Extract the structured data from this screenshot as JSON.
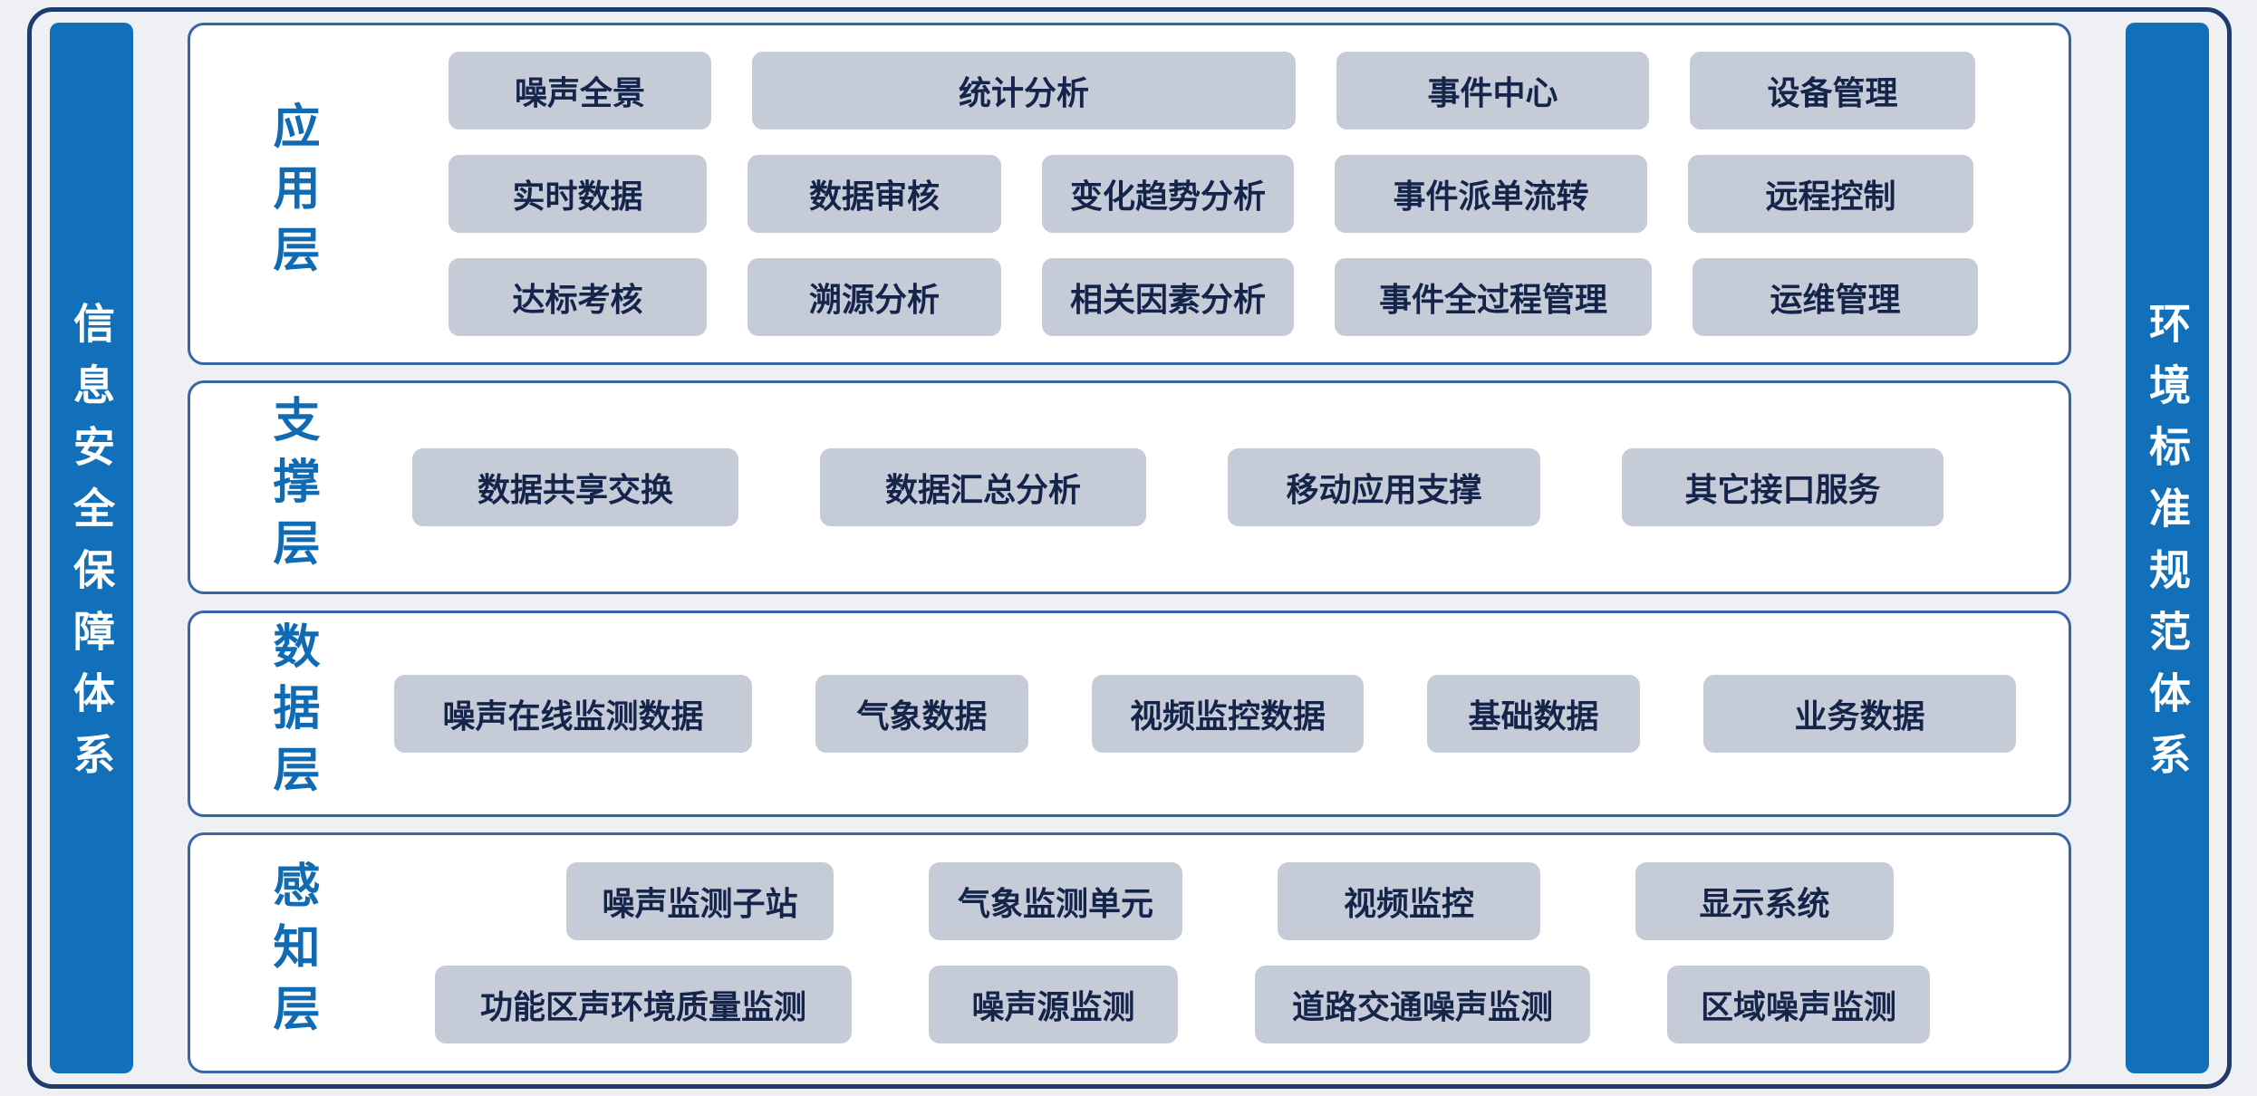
{
  "colors": {
    "bar_blue": "#1170b9",
    "outer_border_navy": "#1f3a6b",
    "panel_border_blue": "#3a64a8",
    "layer_label_blue": "#0f6cb4",
    "chip_background": "#c6cbd8",
    "chip_text_navy": "#14244a",
    "page_background": "#eef0f3"
  },
  "left_bar": {
    "text": "信息安全保障体系"
  },
  "right_bar": {
    "text": "环境标准规范体系"
  },
  "layers": [
    {
      "label": "应用层",
      "rows": [
        [
          "噪声全景",
          "统计分析",
          "事件中心",
          "设备管理"
        ],
        [
          "实时数据",
          "数据审核",
          "变化趋势分析",
          "事件派单流转",
          "远程控制"
        ],
        [
          "达标考核",
          "溯源分析",
          "相关因素分析",
          "事件全过程管理",
          "运维管理"
        ]
      ]
    },
    {
      "label": "支撑层",
      "rows": [
        [
          "数据共享交换",
          "数据汇总分析",
          "移动应用支撑",
          "其它接口服务"
        ]
      ]
    },
    {
      "label": "数据层",
      "rows": [
        [
          "噪声在线监测数据",
          "气象数据",
          "视频监控数据",
          "基础数据",
          "业务数据"
        ]
      ]
    },
    {
      "label": "感知层",
      "rows": [
        [
          "噪声监测子站",
          "气象监测单元",
          "视频监控",
          "显示系统"
        ],
        [
          "功能区声环境质量监测",
          "噪声源监测",
          "道路交通噪声监测",
          "区域噪声监测"
        ]
      ]
    }
  ]
}
